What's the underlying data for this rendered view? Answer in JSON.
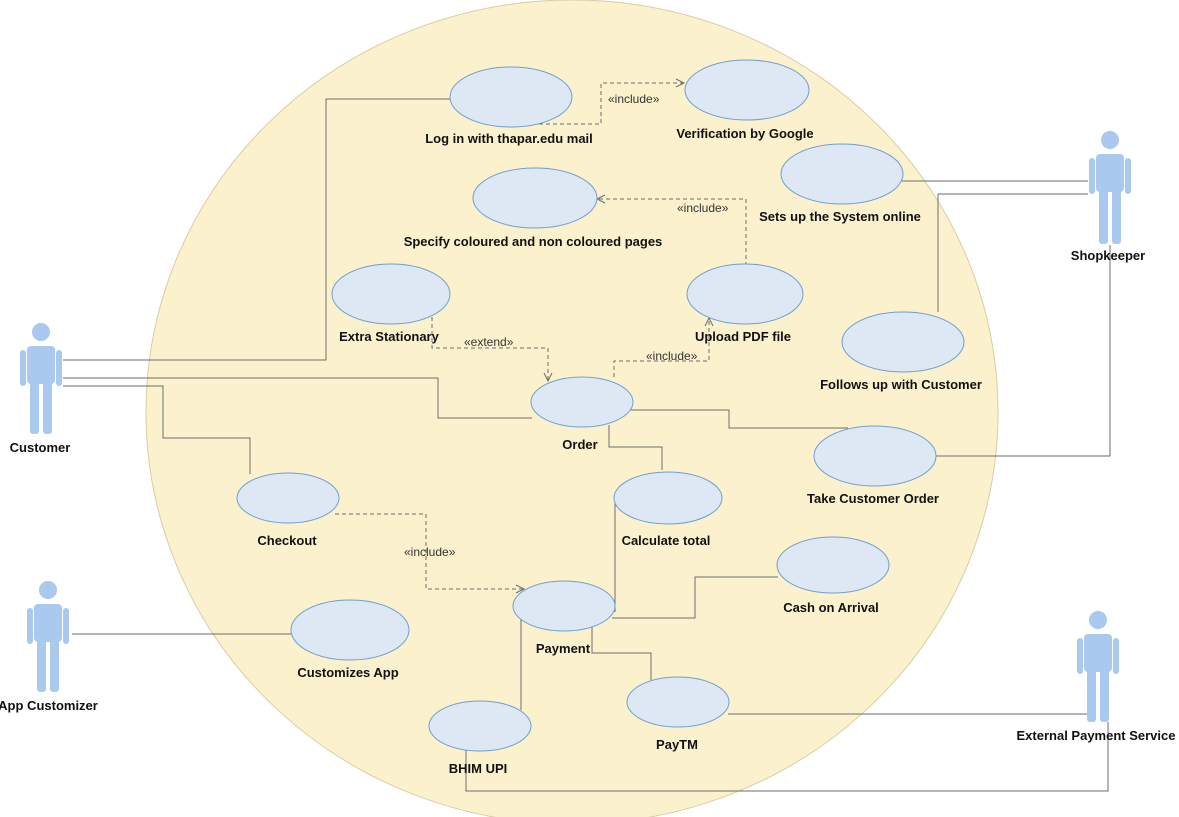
{
  "colors": {
    "system_fill": "#fbf1cd",
    "system_stroke": "#d8cda6",
    "usecase_fill": "#dde8f4",
    "usecase_stroke": "#6f9fcf",
    "actor_fill": "#a9c9ee",
    "line": "#6e6e6e"
  },
  "actors": {
    "customer": "Customer",
    "shopkeeper": "Shopkeeper",
    "app_customizer": "App Customizer",
    "external_payment": "External Payment Service"
  },
  "use_cases": {
    "login": "Log in with thapar.edu mail",
    "verification": "Verification by Google",
    "setup": "Sets up the System online",
    "specify_pages": "Specify coloured and non coloured pages",
    "extra_stationary": "Extra Stationary",
    "upload_pdf": "Upload PDF file",
    "follows_up": "Follows up with Customer",
    "order": "Order",
    "take_order": "Take Customer Order",
    "checkout": "Checkout",
    "calculate_total": "Calculate total",
    "cash_on_arrival": "Cash on Arrival",
    "payment": "Payment",
    "customizes_app": "Customizes App",
    "paytm": "PayTM",
    "bhim_upi": "BHIM UPI"
  },
  "stereotypes": {
    "include_verification": "«include»",
    "include_specify": "«include»",
    "include_upload": "«include»",
    "extend_order": "«extend»",
    "include_payment": "«include»"
  }
}
